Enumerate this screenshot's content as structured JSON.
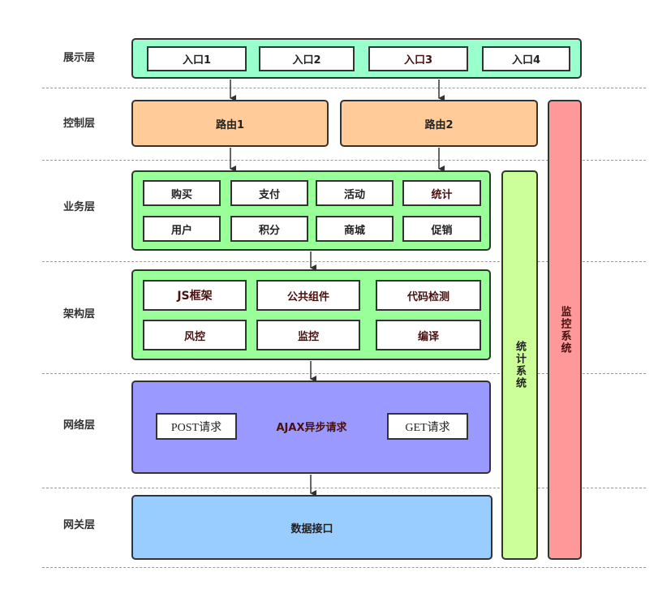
{
  "layers": {
    "display": "展示层",
    "control": "控制层",
    "business": "业务层",
    "architecture": "架构层",
    "network": "网络层",
    "gateway": "网关层"
  },
  "display_layer": {
    "entries": [
      "入口1",
      "入口2",
      "入口3",
      "入口4"
    ],
    "color": "#99ffcc"
  },
  "control_layer": {
    "routes": [
      "路由1",
      "路由2"
    ],
    "color": "#ffcc99"
  },
  "business_layer": {
    "items": [
      "购买",
      "支付",
      "活动",
      "统计",
      "用户",
      "积分",
      "商城",
      "促销"
    ],
    "color": "#99ff99"
  },
  "architecture_layer": {
    "items": [
      "JS框架",
      "公共组件",
      "代码检测",
      "风控",
      "监控",
      "编译"
    ],
    "color": "#99ff99"
  },
  "network_layer": {
    "left": "POST请求",
    "center": "AJAX异步请求",
    "right": "GET请求",
    "color": "#9999ff"
  },
  "gateway_layer": {
    "label": "数据接口",
    "color": "#99ccff"
  },
  "side_systems": {
    "stats": "统计系统",
    "monitor": "监控系统",
    "stats_color": "#ccff99",
    "monitor_color": "#ff9999"
  }
}
